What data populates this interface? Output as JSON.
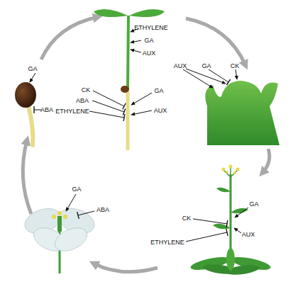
{
  "diagram": {
    "labels": [
      "ETHYLENE",
      "GA",
      "AUX",
      "GA",
      "AUX",
      "GA",
      "CK",
      "CK",
      "GA",
      "ABA",
      "ABA",
      "ETHYLENE",
      "AUX",
      "GA",
      "GA",
      "ABA",
      "CK",
      "AUX",
      "ETHYLENE"
    ]
  }
}
